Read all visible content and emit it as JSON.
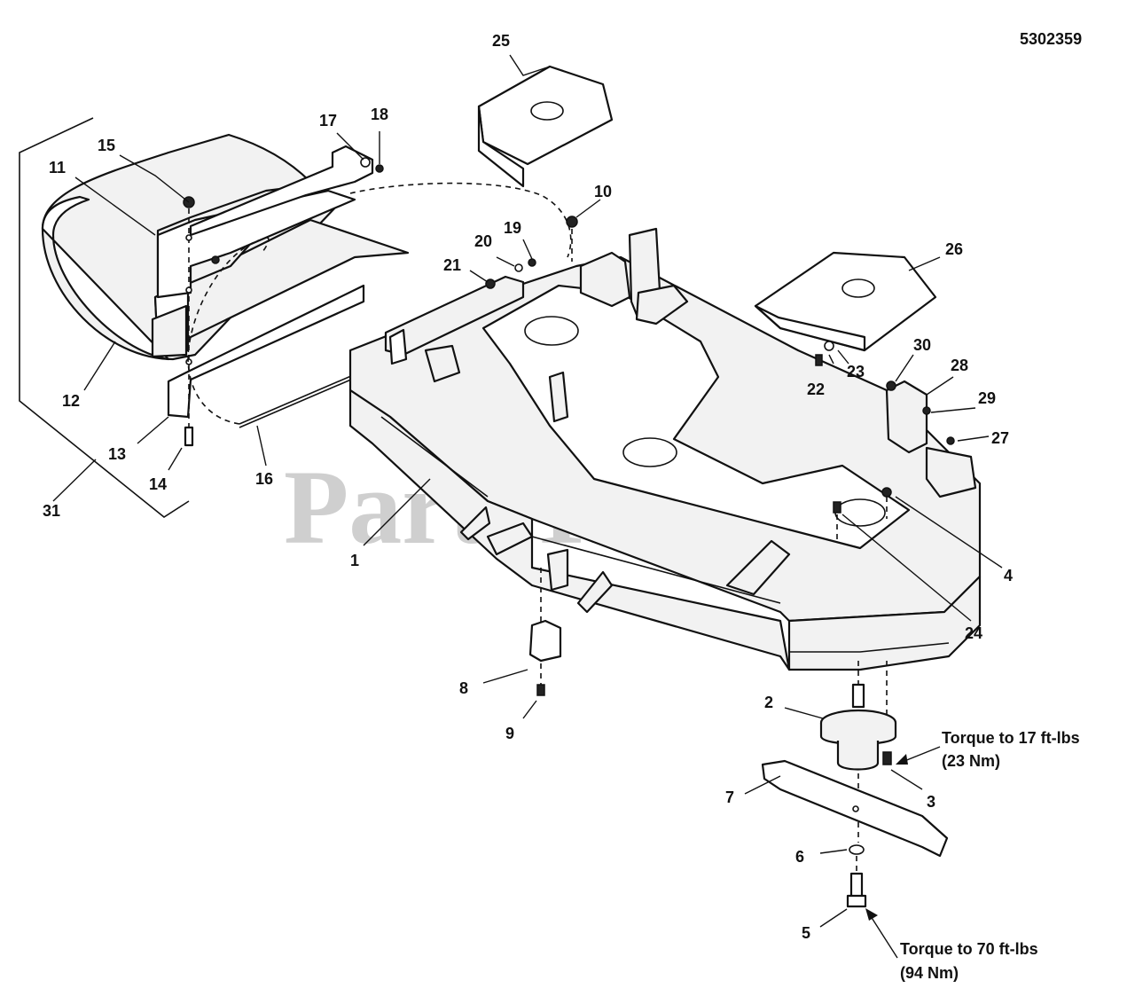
{
  "diagram_id": "5302359",
  "watermark": {
    "text": "PartsTree",
    "tm": "TM"
  },
  "callouts": [
    "1",
    "2",
    "3",
    "4",
    "5",
    "6",
    "7",
    "8",
    "9",
    "10",
    "11",
    "12",
    "13",
    "14",
    "15",
    "16",
    "17",
    "18",
    "19",
    "20",
    "21",
    "22",
    "23",
    "24",
    "25",
    "26",
    "27",
    "28",
    "29",
    "30",
    "31"
  ],
  "notes": {
    "torque_17": {
      "line1": "Torque to 17 ft-lbs",
      "line2": "(23 Nm)"
    },
    "torque_70": {
      "line1": "Torque to 70 ft-lbs",
      "line2": "(94 Nm)"
    }
  }
}
